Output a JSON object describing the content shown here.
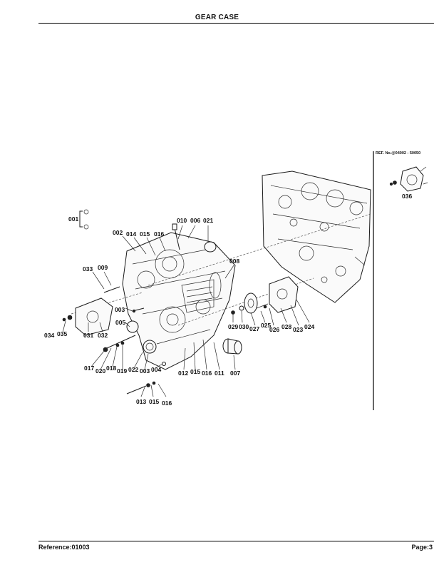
{
  "header": {
    "title": "GEAR CASE"
  },
  "diagram": {
    "ref_no": "REF. No.@04002 - 50050",
    "callouts": [
      "001",
      "002",
      "014",
      "015",
      "016",
      "010",
      "006",
      "021",
      "033",
      "009",
      "008",
      "003",
      "005",
      "034",
      "035",
      "031",
      "032",
      "029",
      "030",
      "027",
      "025",
      "026",
      "028",
      "023",
      "024",
      "017",
      "020",
      "018",
      "019",
      "022",
      "003",
      "004",
      "012",
      "015",
      "016",
      "011",
      "007",
      "013",
      "015",
      "016",
      "036"
    ]
  },
  "footer": {
    "reference": "Reference:01003",
    "page": "Page:3"
  }
}
